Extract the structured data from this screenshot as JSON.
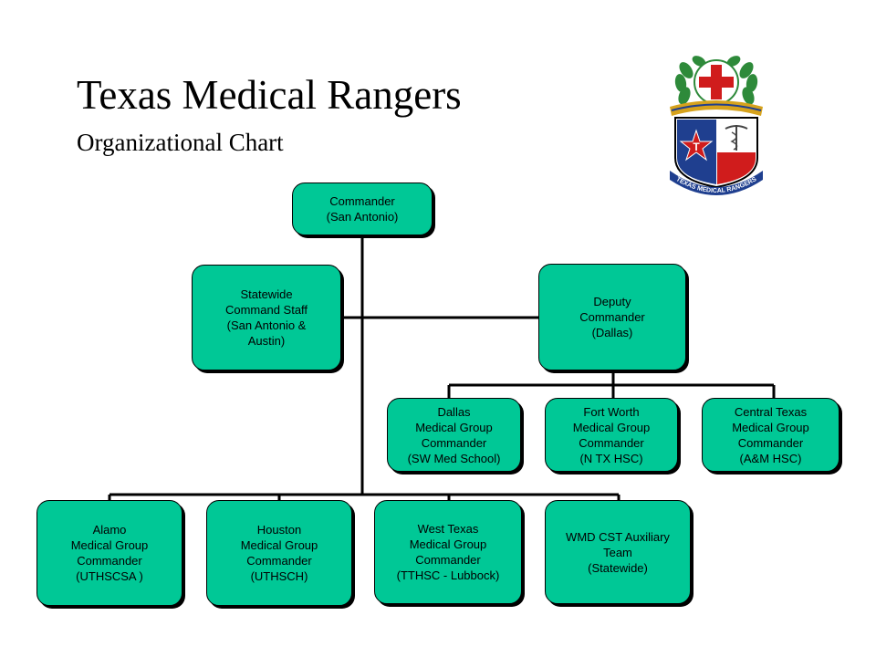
{
  "title": "Texas Medical Rangers",
  "subtitle": "Organizational Chart",
  "logo": {
    "icon": "texas-medical-rangers-seal",
    "text": "TEXAS MEDICAL RANGERS",
    "star_letter": "T"
  },
  "colors": {
    "box_fill": "#00c896",
    "line": "#000000",
    "logo_red": "#d01c1c",
    "logo_blue": "#1f3f8f",
    "logo_green": "#2e8a3a"
  },
  "nodes": {
    "commander": "Commander\n(San Antonio)",
    "staff": "Statewide\nCommand Staff\n(San Antonio &\nAustin)",
    "deputy": "Deputy\nCommander\n(Dallas)",
    "dallas": "Dallas\nMedical Group\nCommander\n(SW Med School)",
    "fortworth": "Fort Worth\nMedical Group\nCommander\n(N TX HSC)",
    "central": "Central Texas\nMedical Group\nCommander\n(A&M HSC)",
    "alamo": "Alamo\nMedical Group\nCommander\n(UTHSCSA )",
    "houston": "Houston\nMedical Group\nCommander\n(UTHSCH)",
    "westtexas": "West Texas\nMedical Group\nCommander\n(TTHSC - Lubbock)",
    "wmd": "WMD CST Auxiliary\nTeam\n(Statewide)"
  }
}
